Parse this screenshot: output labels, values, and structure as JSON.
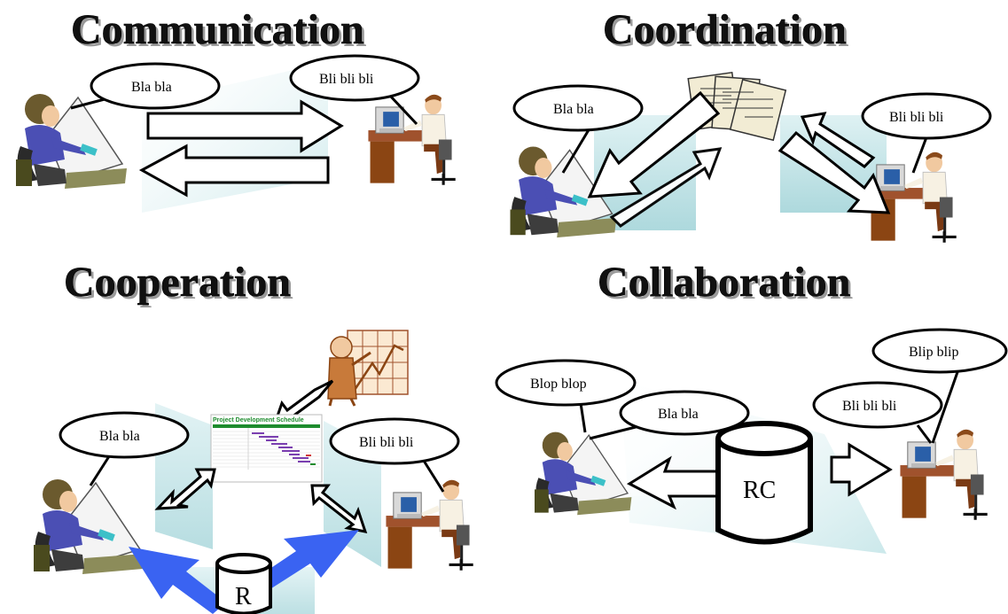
{
  "panels": {
    "communication": {
      "title": "Communication",
      "left_bubble": "Bla bla",
      "right_bubble": "Bli bli bli"
    },
    "coordination": {
      "title": "Coordination",
      "left_bubble": "Bla bla",
      "right_bubble": "Bli bli bli"
    },
    "cooperation": {
      "title": "Cooperation",
      "left_bubble": "Bla bla",
      "right_bubble": "Bli bli bli",
      "schedule_title": "Project Development Schedule",
      "repository_label": "R"
    },
    "collaboration": {
      "title": "Collaboration",
      "bubble_1": "Blop blop",
      "bubble_2": "Bla bla",
      "bubble_3": "Bli bli bli",
      "bubble_4": "Blip blip",
      "repository_label": "RC"
    }
  },
  "colors": {
    "arrow_fill": "#ffffff",
    "arrow_stroke": "#000000",
    "panel_tint": "#c5e6ea",
    "blue_arrow": "#3a63f2",
    "shirt": "#4b4fb4",
    "schedule_header": "#1e8c2e"
  }
}
